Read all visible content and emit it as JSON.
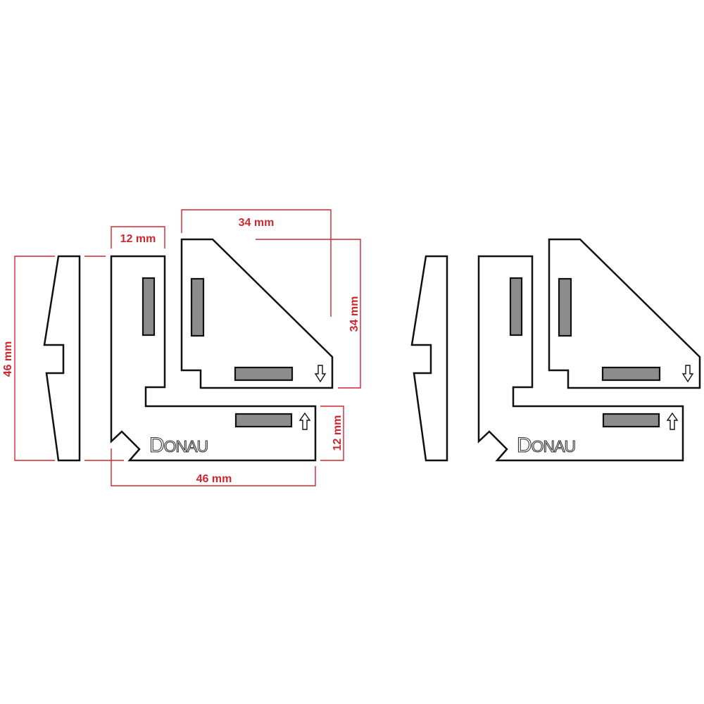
{
  "diagram": {
    "title": "",
    "brand": "DONAU",
    "brand_initial": "D",
    "brand_rest": "ONAU",
    "colors": {
      "dimension": "#d0272f",
      "outline": "#111111",
      "magnet": "#8c8c8c",
      "background": "#ffffff"
    },
    "dimensions": {
      "height_left": "46 mm",
      "width_vertical_arm": "12 mm",
      "triangle_width": "34 mm",
      "triangle_height": "34 mm",
      "height_horizontal_arm": "12 mm",
      "width_bottom": "46 mm"
    },
    "views": [
      {
        "name": "dimensioned-assembly",
        "has_dimensions": true
      },
      {
        "name": "plain-assembly",
        "has_dimensions": false
      }
    ],
    "parts": [
      "tapered-clamp-bar",
      "l-shaped-square",
      "triangle-gusset"
    ],
    "arrows": {
      "triangle": "down-arrow",
      "bottom_arm": "up-arrow"
    }
  }
}
